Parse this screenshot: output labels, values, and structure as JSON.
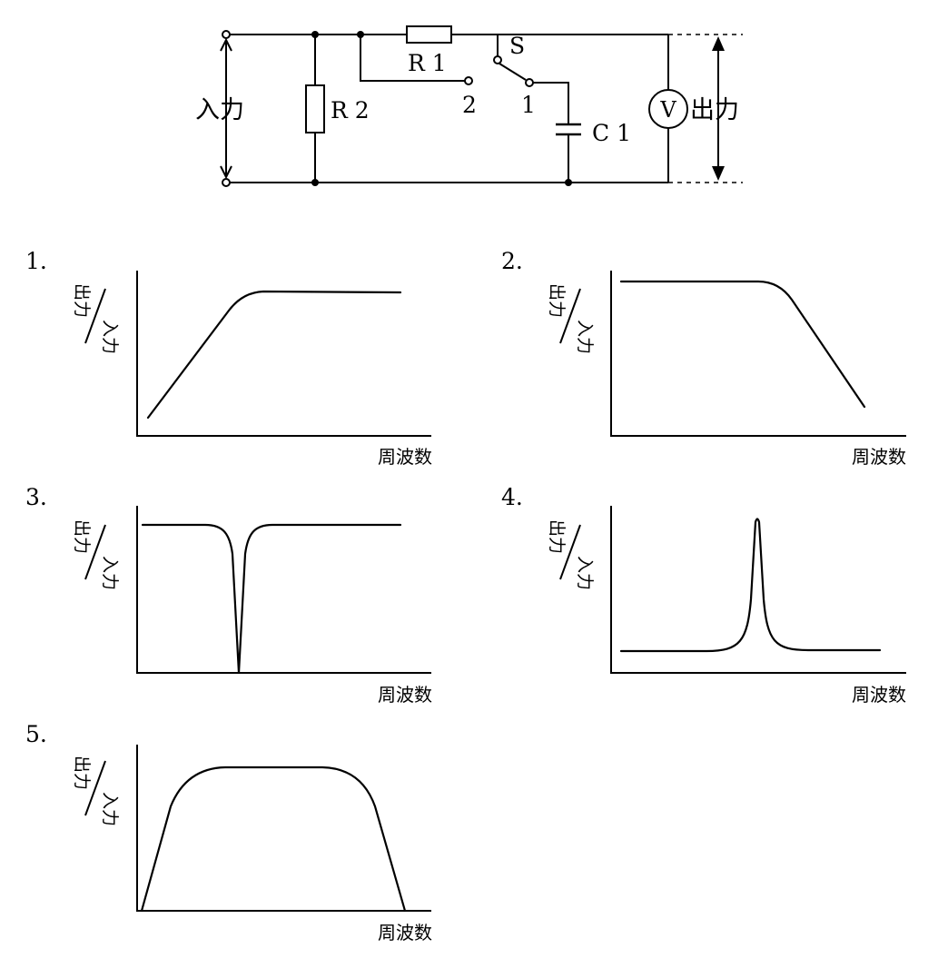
{
  "circuit": {
    "input_label": "入力",
    "output_label": "出力",
    "r1_label": "R 1",
    "r2_label": "R 2",
    "c1_label": "C 1",
    "switch_label": "S",
    "terminal_1": "1",
    "terminal_2": "2",
    "voltmeter_label": "V"
  },
  "graphs": [
    {
      "number": "1.",
      "y_label_top": "出力",
      "y_label_bottom": "入力",
      "x_label": "周波数",
      "response": "high-pass"
    },
    {
      "number": "2.",
      "y_label_top": "出力",
      "y_label_bottom": "入力",
      "x_label": "周波数",
      "response": "low-pass"
    },
    {
      "number": "3.",
      "y_label_top": "出力",
      "y_label_bottom": "入力",
      "x_label": "周波数",
      "response": "band-stop"
    },
    {
      "number": "4.",
      "y_label_top": "出力",
      "y_label_bottom": "入力",
      "x_label": "周波数",
      "response": "band-pass"
    },
    {
      "number": "5.",
      "y_label_top": "出力",
      "y_label_bottom": "入力",
      "x_label": "周波数",
      "response": "band-pass-wide"
    }
  ]
}
